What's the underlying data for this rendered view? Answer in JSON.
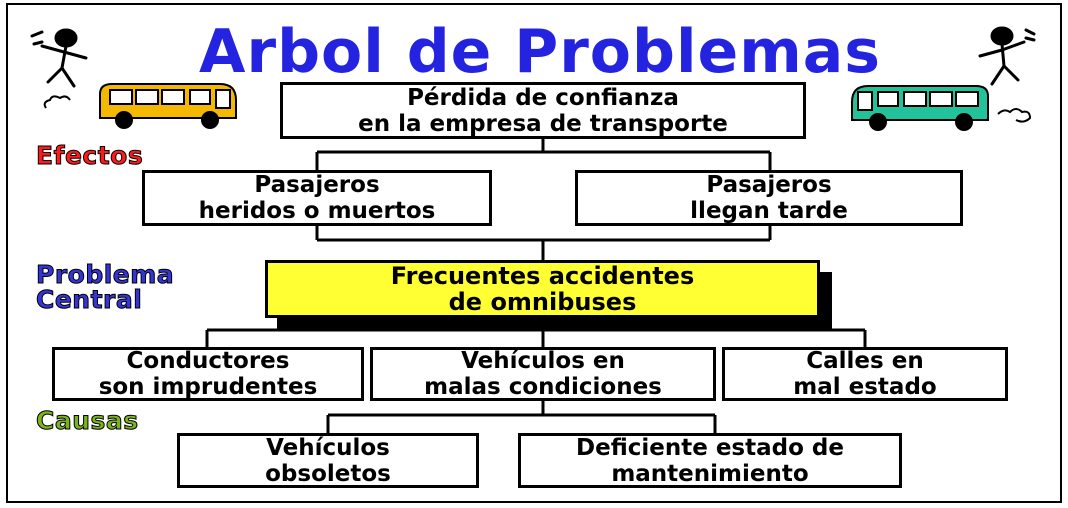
{
  "title": "Arbol de Problemas",
  "labels": {
    "efectos": "Efectos",
    "problema": "Problema\nCentral",
    "causas": "Causas"
  },
  "colors": {
    "title": "#2424e0",
    "efectos": "#ff1a1a",
    "problema": "#3535d6",
    "causas": "#7bb31a",
    "central_fill": "#ffff33",
    "bus_left": "#f5b800",
    "bus_right": "#22c39b"
  },
  "boxes": {
    "top_effect": "Pérdida de confianza\nen la empresa de transporte",
    "effect_left": "Pasajeros\nheridos o muertos",
    "effect_right": "Pasajeros\nllegan tarde",
    "central": "Frecuentes accidentes\nde omnibuses",
    "cause_1": "Conductores\nson imprudentes",
    "cause_2": "Vehículos en\nmalas condiciones",
    "cause_3": "Calles en\nmal estado",
    "subcause_1": "Vehículos\nobsoletos",
    "subcause_2": "Deficiente estado de\nmantenimiento"
  },
  "icons": {
    "left_figure": "dancing-figure-icon",
    "right_figure": "dancing-figure-icon",
    "left_bus": "bus-icon",
    "right_bus": "bus-icon"
  }
}
